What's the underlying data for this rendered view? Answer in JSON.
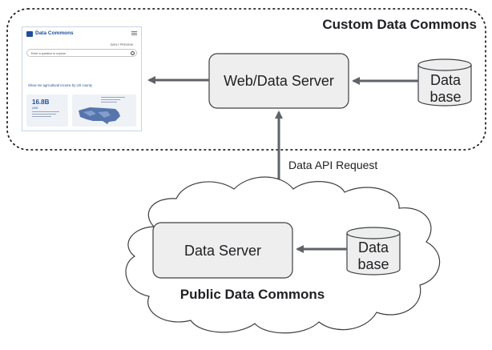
{
  "custom_title": "Custom Data Commons",
  "public_title": "Public Data Commons",
  "web_server_label": "Web/Data Server",
  "data_server_label": "Data Server",
  "db_top_label": [
    "Data",
    "base"
  ],
  "db_bottom_label": [
    "Data",
    "base"
  ],
  "api_request_label": "Data API Request",
  "mini_app": {
    "title": "Data Commons",
    "query_link": "EARLY PREVIEW",
    "search_placeholder": "Enter a question to explore",
    "question": "Show me agricultural income by US county",
    "stat_value": "16.8B",
    "stat_unit": "USD"
  }
}
